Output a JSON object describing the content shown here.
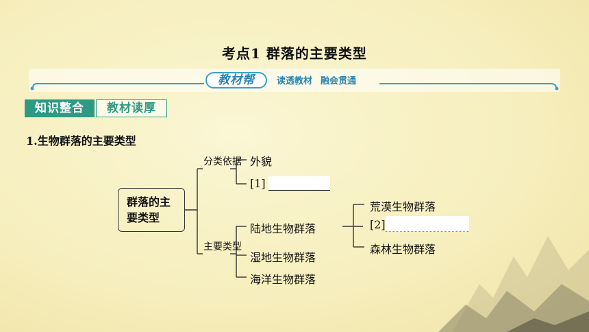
{
  "title": "考点1  群落的主要类型",
  "banner": {
    "badge": "教材帮",
    "sub1": "读透教材",
    "sub2": "融会贯通"
  },
  "tags": {
    "left": "知识整合",
    "right": "教材读厚"
  },
  "section_heading": "1.生物群落的主要类型",
  "diagram": {
    "root": "群落的主要类型",
    "branch_classify": "分类依据",
    "classify_items": [
      "外貌",
      "[1]"
    ],
    "branch_main": "主要类型",
    "main_items": [
      "陆地生物群落",
      "湿地生物群落",
      "海洋生物群落"
    ],
    "land_items": [
      "荒漠生物群落",
      "[2]",
      "森林生物群落"
    ]
  },
  "colors": {
    "accent_blue": "#3aa0c9",
    "accent_green": "#2f9a84"
  }
}
